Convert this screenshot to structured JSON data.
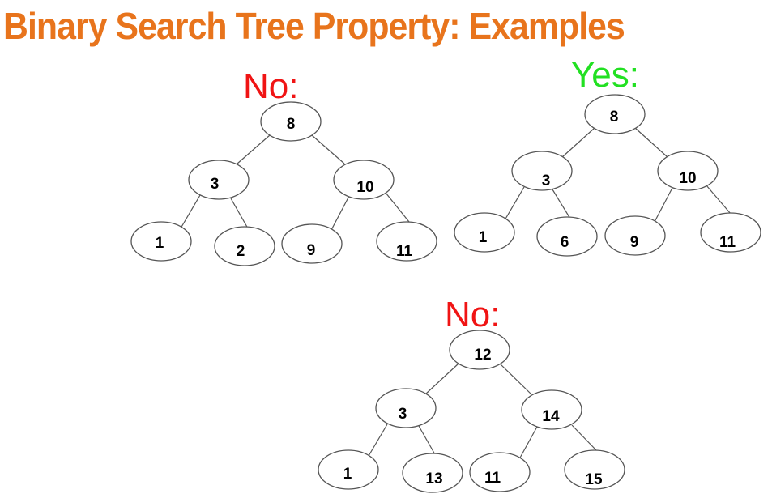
{
  "title": "Binary Search Tree Property: Examples",
  "colors": {
    "title": "#e8741c",
    "no": "#f01414",
    "yes": "#22e022",
    "node_stroke": "#555555"
  },
  "trees": [
    {
      "verdict": "No:",
      "verdict_color_key": "no",
      "nodes": [
        {
          "label": "8"
        },
        {
          "label": "3"
        },
        {
          "label": "10"
        },
        {
          "label": "1"
        },
        {
          "label": "2"
        },
        {
          "label": "9"
        },
        {
          "label": "11"
        }
      ],
      "edges": [
        [
          0,
          1
        ],
        [
          0,
          2
        ],
        [
          1,
          3
        ],
        [
          1,
          4
        ],
        [
          2,
          5
        ],
        [
          2,
          6
        ]
      ]
    },
    {
      "verdict": "Yes:",
      "verdict_color_key": "yes",
      "nodes": [
        {
          "label": "8"
        },
        {
          "label": "3"
        },
        {
          "label": "10"
        },
        {
          "label": "1"
        },
        {
          "label": "6"
        },
        {
          "label": "9"
        },
        {
          "label": "11"
        }
      ],
      "edges": [
        [
          0,
          1
        ],
        [
          0,
          2
        ],
        [
          1,
          3
        ],
        [
          1,
          4
        ],
        [
          2,
          5
        ],
        [
          2,
          6
        ]
      ]
    },
    {
      "verdict": "No:",
      "verdict_color_key": "no",
      "nodes": [
        {
          "label": "12"
        },
        {
          "label": "3"
        },
        {
          "label": "14"
        },
        {
          "label": "1"
        },
        {
          "label": "13"
        },
        {
          "label": "11"
        },
        {
          "label": "15"
        }
      ],
      "edges": [
        [
          0,
          1
        ],
        [
          0,
          2
        ],
        [
          1,
          3
        ],
        [
          1,
          4
        ],
        [
          2,
          5
        ],
        [
          2,
          6
        ]
      ]
    }
  ]
}
